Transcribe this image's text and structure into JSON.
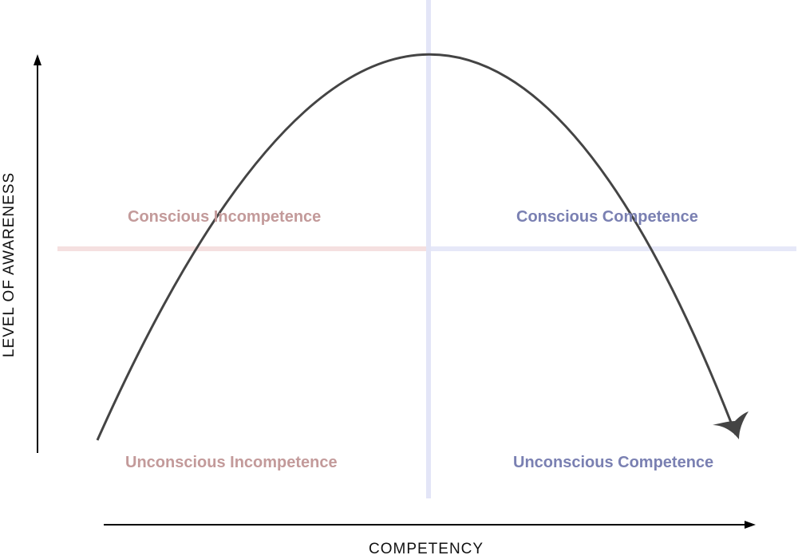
{
  "title": "Competence learning model",
  "axes": {
    "x_label": "COMPETENCY",
    "y_label": "LEVEL OF AWARENESS"
  },
  "quadrants": {
    "top_left": "Conscious Incompetence",
    "top_right": "Conscious Competence",
    "bottom_left": "Unconscious Incompetence",
    "bottom_right": "Unconscious Competence"
  },
  "colors": {
    "incompetence": "#c39a9a",
    "competence": "#7a80b2",
    "curve": "#444444"
  }
}
